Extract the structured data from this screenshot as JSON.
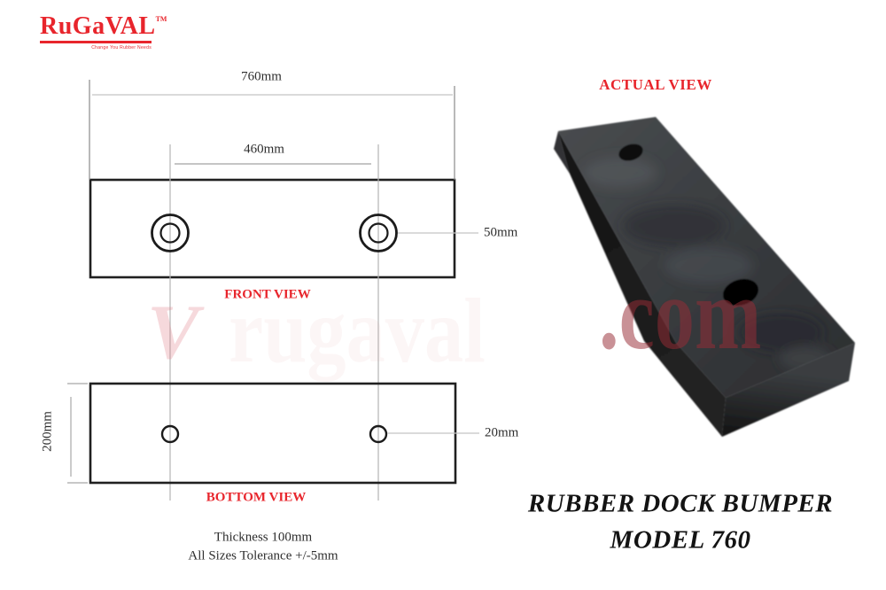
{
  "logo": {
    "name": "RuGaVAL",
    "trademark": "TM",
    "tagline": "Change You Rubber Needs",
    "color": "#e8252c"
  },
  "drawing": {
    "dim_width": "760mm",
    "dim_hole_spacing": "460mm",
    "dim_front_hole": "50mm",
    "dim_bottom_hole": "20mm",
    "dim_depth": "200mm",
    "front_view_label": "FRONT VIEW",
    "bottom_view_label": "BOTTOM VIEW",
    "note_line1": "Thickness 100mm",
    "note_line2": "All Sizes Tolerance +/-5mm"
  },
  "photo": {
    "label": "ACTUAL VIEW",
    "watermark_faint": "V",
    "watermark_mid": "rugaval",
    "watermark_main": ".com"
  },
  "product": {
    "title_line1": "RUBBER DOCK BUMPER",
    "title_line2": "MODEL 760"
  },
  "colors": {
    "accent_red": "#e8252c",
    "ink": "#202020",
    "construction_gray": "#b4b4b4",
    "leader_gray": "#c4c4c4"
  }
}
